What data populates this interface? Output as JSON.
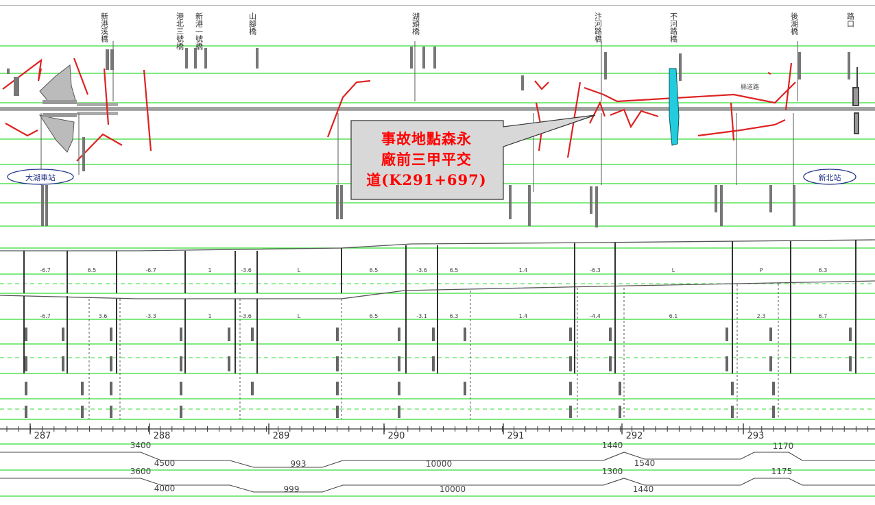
{
  "diagram": {
    "bridges_top": [
      {
        "name": "新港溪橋"
      },
      {
        "name": "港北三號橋"
      },
      {
        "name": "新港一號橋"
      },
      {
        "name": "山腳橋"
      },
      {
        "name": "湖頭橋"
      },
      {
        "name": "汴河路橋"
      },
      {
        "name": "不河路橋"
      },
      {
        "name": "後湖橋"
      },
      {
        "name": "路口"
      }
    ],
    "stations": [
      {
        "label": "大湖車站"
      },
      {
        "label": "新北站"
      }
    ],
    "annotation": {
      "lines": [
        "事故地點森永",
        "廠前三甲平交",
        "道(K291+697)"
      ],
      "color": "#ff0000"
    },
    "road_label": "縣道路",
    "km_axis": [
      "287",
      "288",
      "289",
      "290",
      "291",
      "292",
      "293"
    ],
    "upper_profile_values": [
      "-6.7",
      "6.5",
      "-6.7",
      "1",
      "-3.6",
      "L",
      "6.5",
      "-3.6",
      "6.5",
      "1.4",
      "-6.3",
      "L",
      "P",
      "6.3"
    ],
    "lower_profile_values": [
      "-6.7",
      "3.6",
      "-3.3",
      "1",
      "-3.6",
      "L",
      "6.5",
      "-3.1",
      "6.3",
      "1.4",
      "-4.4",
      "6.1",
      "2.3",
      "6.7"
    ],
    "curve_rows": [
      {
        "values": [
          "3400",
          "4500",
          "993",
          "10000",
          "1440",
          "1540",
          "1170"
        ]
      },
      {
        "values": [
          "3600",
          "4000",
          "999",
          "10000",
          "1300",
          "1440",
          "1175"
        ]
      }
    ],
    "colors": {
      "grid": "#33dd33",
      "track": "#555555",
      "route": "#dd2222",
      "bridge_highlight": "#22ccdd"
    }
  }
}
